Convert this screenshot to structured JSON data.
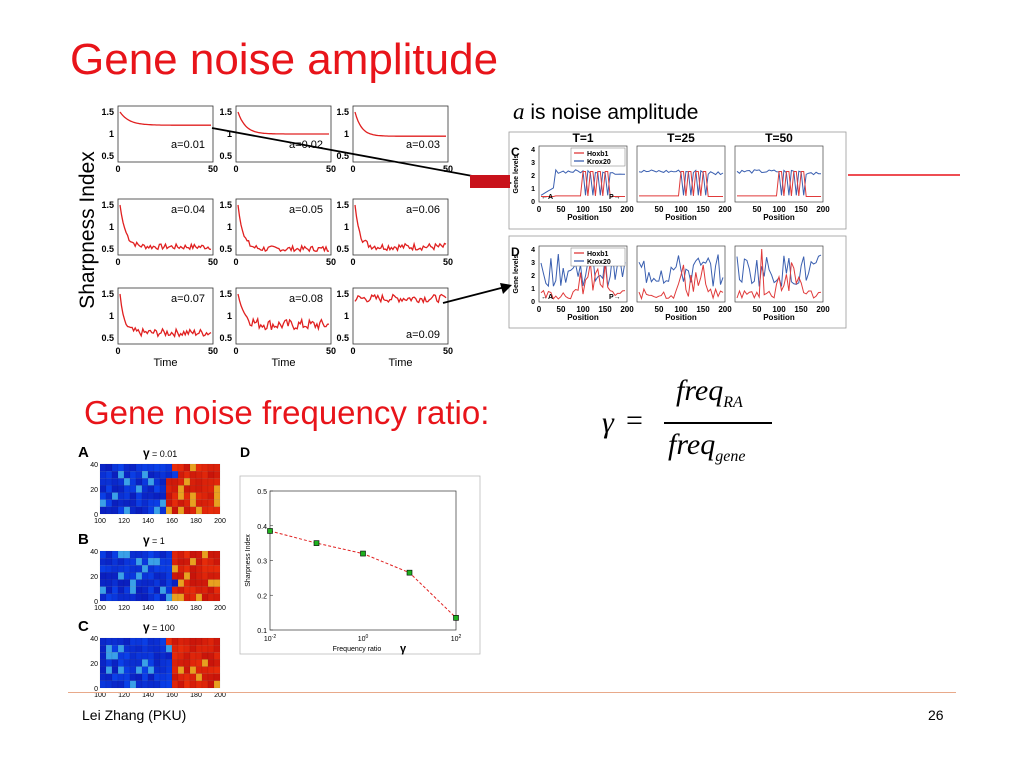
{
  "slide": {
    "title": "Gene noise amplitude",
    "noise_caption_var": "a",
    "noise_caption_rest": " is noise amplitude",
    "sharpness_label": "Sharpness Index",
    "freq_title": "Gene noise frequency ratio:",
    "footer_author": "Lei Zhang (PKU)",
    "footer_page": "26"
  },
  "formula": {
    "lhs": "γ",
    "equals": "=",
    "numerator": "freq",
    "numerator_sub": "RA",
    "denominator": "freq",
    "denominator_sub": "gene"
  },
  "colors": {
    "title_red": "#e8141a",
    "trace_red": "#e02020",
    "hoxb1": "#e03a3a",
    "krox20": "#3a5fb0",
    "heat_blue": "#1535d8",
    "heat_red": "#d81a10",
    "marker_green": "#1fb01f"
  },
  "noise_grid": {
    "y_ticks": [
      "1.5",
      "1",
      "0.5"
    ],
    "x_ticks": [
      "0",
      "50"
    ],
    "x_label": "Time",
    "panels": [
      {
        "label": "a=0.01"
      },
      {
        "label": "a=0.02"
      },
      {
        "label": "a=0.03"
      },
      {
        "label": "a=0.04"
      },
      {
        "label": "a=0.05"
      },
      {
        "label": "a=0.06"
      },
      {
        "label": "a=0.07"
      },
      {
        "label": "a=0.08"
      },
      {
        "label": "a=0.09"
      }
    ]
  },
  "gene_panels": {
    "c_letter": "C",
    "d_letter": "D",
    "time_labels": [
      "T=1",
      "T=25",
      "T=50"
    ],
    "legend": [
      "Hoxb1",
      "Krox20"
    ],
    "y_axis": "Gene levels",
    "y_ticks": [
      "4",
      "3",
      "2",
      "1",
      "0"
    ],
    "x_ticks_first": [
      "0",
      "50",
      "100",
      "150",
      "200"
    ],
    "x_ticks_other": [
      "50",
      "100",
      "150",
      "200"
    ],
    "x_label": "Position",
    "a_marker": "←A",
    "p_marker": "P→"
  },
  "heatmaps": {
    "y_ticks": [
      "40",
      "20",
      "0"
    ],
    "x_ticks": [
      "100",
      "120",
      "140",
      "160",
      "180",
      "200"
    ],
    "gamma_symbol": "γ",
    "items": [
      {
        "letter": "A",
        "gamma_value": "= 0.01"
      },
      {
        "letter": "B",
        "gamma_value": "= 1"
      },
      {
        "letter": "C",
        "gamma_value": "= 100"
      }
    ]
  },
  "chart_data": {
    "type": "line",
    "panel_letter": "D",
    "x": [
      0.01,
      0.1,
      1,
      10,
      100
    ],
    "values": [
      0.385,
      0.35,
      0.32,
      0.265,
      0.135
    ],
    "xscale": "log",
    "xlim": [
      0.01,
      100
    ],
    "ylim": [
      0.1,
      0.5
    ],
    "xlabel": "Frequency ratio",
    "xlabel_symbol": "γ",
    "ylabel": "Sharpness Index",
    "y_ticks": [
      "0.5",
      "0.4",
      "0.3",
      "0.2",
      "0.1"
    ],
    "x_ticks": [
      "10",
      "10",
      "10"
    ],
    "x_tick_exps": [
      "-2",
      "0",
      "2"
    ],
    "line_style": "dashed",
    "marker": "square"
  }
}
